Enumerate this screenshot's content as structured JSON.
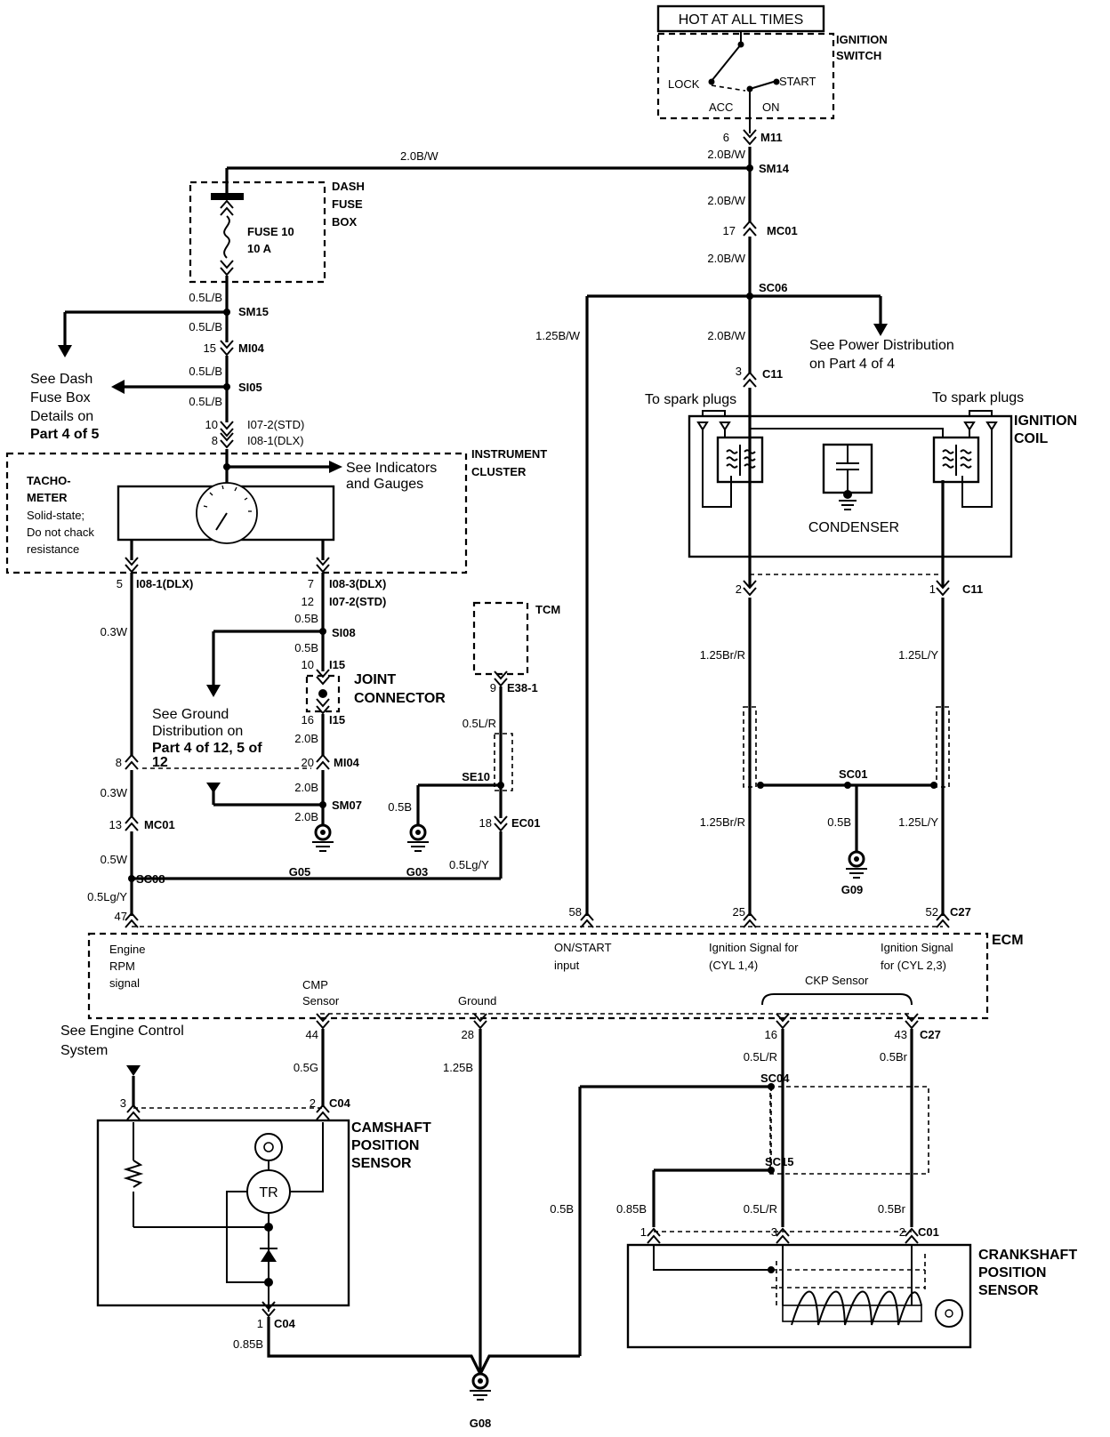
{
  "hot_at_all_times": "HOT AT ALL TIMES",
  "ignition_switch": {
    "title1": "IGNITION",
    "title2": "SWITCH",
    "lock": "LOCK",
    "start": "START",
    "acc": "ACC",
    "on": "ON"
  },
  "dash_fuse_box": {
    "title1": "DASH",
    "title2": "FUSE",
    "title3": "BOX",
    "fuse_name": "FUSE 10",
    "fuse_rating": "10 A"
  },
  "instrument_cluster": {
    "title1": "INSTRUMENT",
    "title2": "CLUSTER",
    "tach1": "TACHO-",
    "tach2": "METER",
    "note1": "Solid-state;",
    "note2": "Do not chack",
    "note3": "resistance",
    "see1": "See Indicators",
    "see2": "and Gauges"
  },
  "see_dash_fuse_box": [
    "See Dash",
    "Fuse Box",
    "Details on",
    "Part 4 of 5"
  ],
  "see_power": [
    "See Power Distribution",
    "on Part 4 of 4"
  ],
  "see_ground": [
    "See Ground",
    "Distribution on",
    "Part 4 of 12,  5 of",
    "12"
  ],
  "see_engine": [
    "See Engine Control",
    "System"
  ],
  "joint_connector": [
    "JOINT",
    "CONNECTOR"
  ],
  "tcm": "TCM",
  "ignition_coil": {
    "title1": "IGNITION",
    "title2": "COIL",
    "spark_left": "To spark plugs",
    "spark_right": "To spark plugs",
    "condenser": "CONDENSER"
  },
  "ecm": {
    "title": "ECM",
    "engine1": "Engine",
    "engine2": "RPM",
    "engine3": "signal",
    "onstart1": "ON/START",
    "onstart2": "input",
    "ign14a": "Ignition Signal for",
    "ign14b": "(CYL 1,4)",
    "ign23a": "Ignition Signal",
    "ign23b": "for (CYL 2,3)",
    "cmp1": "CMP",
    "cmp2": "Sensor",
    "ground": "Ground",
    "ckp": "CKP Sensor"
  },
  "camshaft": {
    "title1": "CAMSHAFT",
    "title2": "POSITION",
    "title3": "SENSOR",
    "tr": "TR"
  },
  "crankshaft": {
    "title1": "CRANKSHAFT",
    "title2": "POSITION",
    "title3": "SENSOR"
  },
  "wires": {
    "top_20bw": "2.0B/W",
    "sm14_20bw": "2.0B/W",
    "mc01_above": "2.0B/W",
    "mc01_below": "2.0B/W",
    "c11_20bw": "2.0B/W",
    "w125bw": "1.25B/W",
    "sm15_a": "0.5L/B",
    "sm15_b": "0.5L/B",
    "si05_a": "0.5L/B",
    "si05_b": "0.5L/B",
    "w03w_a": "0.3W",
    "w03w_b": "0.3W",
    "w05w": "0.5W",
    "w05lgy_a": "0.5Lg/Y",
    "w05lgy_b": "0.5Lg/Y",
    "w05b_a": "0.5B",
    "w05b_b": "0.5B",
    "w20b_a": "2.0B",
    "w20b_b": "2.0B",
    "w20b_c": "2.0B",
    "w05lr_tcm": "0.5L/R",
    "w05b_g03": "0.5B",
    "w125brr_a": "1.25Br/R",
    "w125brr_b": "1.25Br/R",
    "w125ly_a": "1.25L/Y",
    "w125ly_b": "1.25L/Y",
    "w05b_g09": "0.5B",
    "w05g": "0.5G",
    "w125b": "1.25B",
    "w05lr_a": "0.5L/R",
    "w05lr_b": "0.5L/R",
    "w05br_a": "0.5Br",
    "w05br_b": "0.5Br",
    "w05b_g08": "0.5B",
    "w085b_a": "0.85B",
    "w085b_b": "0.85B"
  },
  "connectors": {
    "m11": "M11",
    "m11_pin": "6",
    "sm14": "SM14",
    "mc01_top": "MC01",
    "mc01_top_pin": "17",
    "sc06": "SC06",
    "c11_top": "C11",
    "c11_top_pin": "3",
    "sm15": "SM15",
    "mi04_top": "MI04",
    "mi04_top_pin": "15",
    "si05": "SI05",
    "i07_top": "I07-2(STD)",
    "i07_top_pin": "10",
    "i08_top": "I08-1(DLX)",
    "i08_top_pin": "8",
    "i08_left": "I08-1(DLX)",
    "i08_left_pin": "5",
    "i08_right": "I08-3(DLX)",
    "i08_right_pin": "7",
    "i07_right": "I07-2(STD)",
    "i07_right_pin": "12",
    "si08": "SI08",
    "i15_top": "I15",
    "i15_top_pin": "10",
    "i15_bot": "I15",
    "i15_bot_pin": "16",
    "mi04_bot": "MI04",
    "mi04_bot_pin": "20",
    "mi04_left_pin": "8",
    "sm07": "SM07",
    "mc01_bot": "MC01",
    "mc01_bot_pin": "13",
    "sc08": "SC08",
    "e38": "E38-1",
    "e38_pin": "9",
    "se10": "SE10",
    "ec01": "EC01",
    "ec01_pin": "18",
    "c11_l_pin": "2",
    "c11_r_pin": "1",
    "c11_b": "C11",
    "sc01": "SC01",
    "c27_top": "C27",
    "pin47": "47",
    "pin58": "58",
    "pin25": "25",
    "pin52": "52",
    "pin44": "44",
    "pin28": "28",
    "pin16": "16",
    "pin43": "43",
    "c27_bot": "C27",
    "c04_top": "C04",
    "c04_pin3": "3",
    "c04_pin2": "2",
    "c04_bot": "C04",
    "c04_bot_pin": "1",
    "sc04": "SC04",
    "sc15": "SC15",
    "c01": "C01",
    "c01_pin1": "1",
    "c01_pin3": "3",
    "c01_pin2": "2"
  },
  "grounds": {
    "g05": "G05",
    "g03": "G03",
    "g09": "G09",
    "g08": "G08"
  }
}
